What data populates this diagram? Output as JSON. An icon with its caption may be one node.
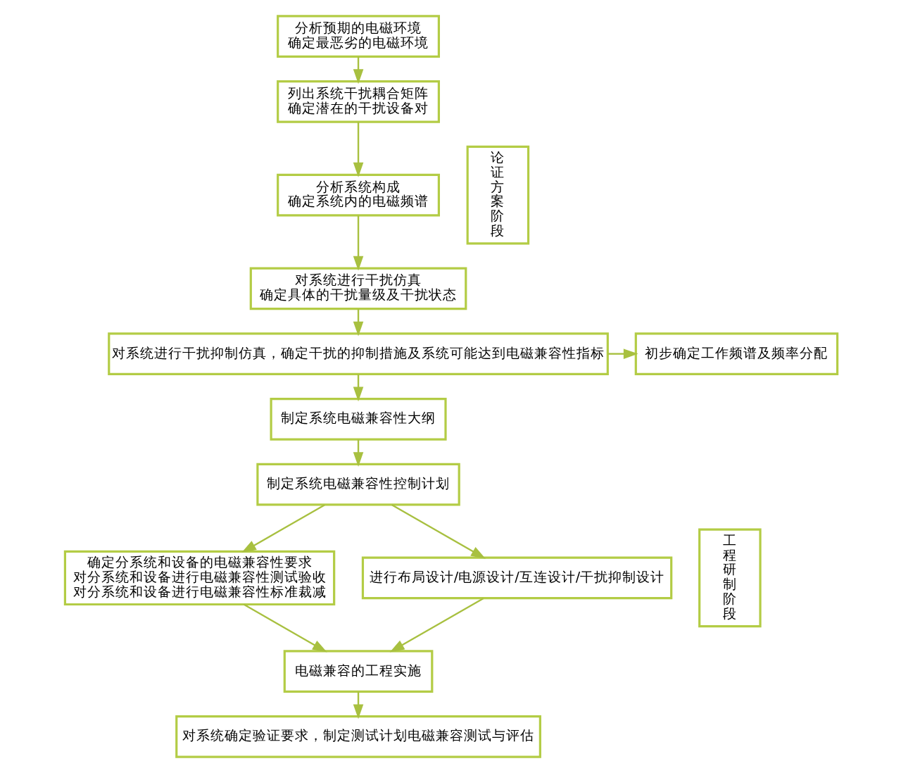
{
  "diagram": {
    "nodes": [
      {
        "text": [
          "分析预期的电磁环境",
          "确定最恶劣的电磁环境"
        ]
      },
      {
        "text": [
          "列出系统干扰耦合矩阵",
          "确定潜在的干扰设备对"
        ]
      },
      {
        "text": [
          "分析系统构成",
          "确定系统内的电磁频谱"
        ]
      },
      {
        "text": [
          "对系统进行干扰仿真",
          "确定具体的干扰量级及干扰状态"
        ]
      },
      {
        "text": [
          "对系统进行干扰抑制仿真，确定干扰的抑制措施及系统可能达到电磁兼容性指标"
        ]
      },
      {
        "text": [
          "初步确定工作频谱及频率分配"
        ]
      },
      {
        "text": [
          "制定系统电磁兼容性大纲"
        ]
      },
      {
        "text": [
          "制定系统电磁兼容性控制计划"
        ]
      },
      {
        "text": [
          "确定分系统和设备的电磁兼容性要求",
          "对分系统和设备进行电磁兼容性测试验收",
          "对分系统和设备进行电磁兼容性标准裁减"
        ]
      },
      {
        "text": [
          "进行布局设计/电源设计/互连设计/干扰抑制设计"
        ]
      },
      {
        "text": [
          "电磁兼容的工程实施"
        ]
      },
      {
        "text": [
          "对系统确定验证要求，制定测试计划电磁兼容测试与评估"
        ]
      },
      {
        "text": [
          "论证方案阶段"
        ]
      },
      {
        "text": [
          "工程研制阶段"
        ]
      }
    ],
    "edges": [
      {
        "from": 0,
        "to": 1,
        "arrow": "to"
      },
      {
        "from": 1,
        "to": 2,
        "arrow": "to"
      },
      {
        "from": 2,
        "to": 3,
        "arrow": "to"
      },
      {
        "from": 3,
        "to": 4,
        "arrow": "to"
      },
      {
        "from": 4,
        "to": 5,
        "arrow": "to"
      },
      {
        "from": 4,
        "to": 6,
        "arrow": "to"
      },
      {
        "from": 6,
        "to": 7,
        "arrow": "to"
      },
      {
        "from": 7,
        "to": 8,
        "arrow": "to"
      },
      {
        "from": 7,
        "to": 9,
        "arrow": "to"
      },
      {
        "from": 8,
        "to": 10,
        "arrow": "to"
      },
      {
        "from": 9,
        "to": 10,
        "arrow": "to"
      },
      {
        "from": 10,
        "to": 11,
        "arrow": "to"
      }
    ]
  }
}
